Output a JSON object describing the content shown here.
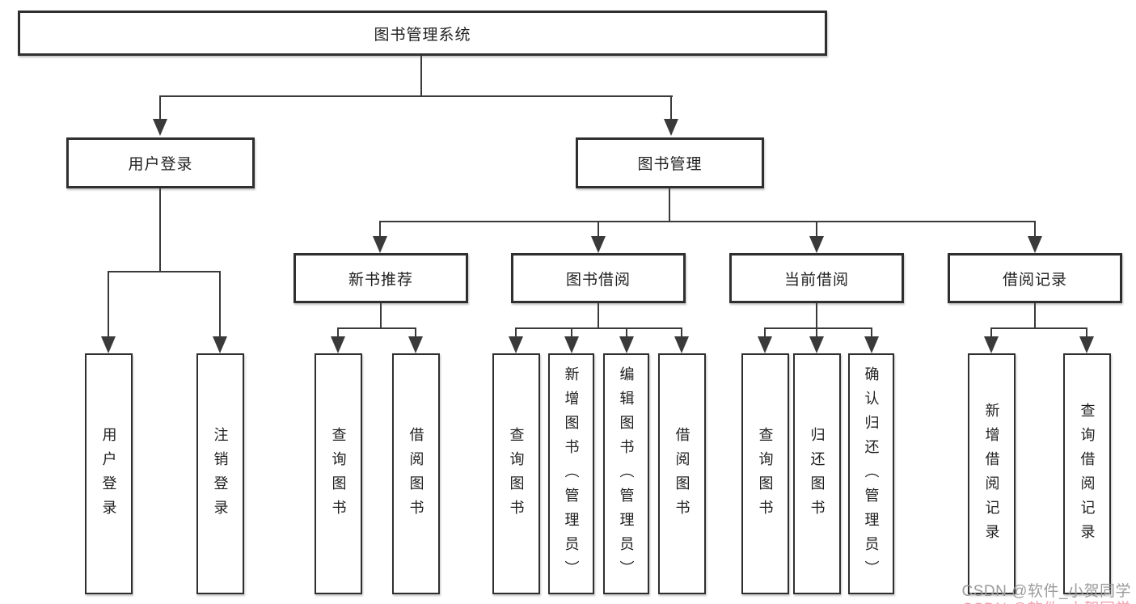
{
  "diagram": {
    "root": {
      "label": "图书管理系统"
    },
    "level1": [
      {
        "label": "用户登录",
        "children": [
          {
            "label": "用户登录"
          },
          {
            "label": "注销登录"
          }
        ]
      },
      {
        "label": "图书管理",
        "groups": [
          {
            "label": "新书推荐",
            "children": [
              {
                "label": "查询图书"
              },
              {
                "label": "借阅图书"
              }
            ]
          },
          {
            "label": "图书借阅",
            "children": [
              {
                "label": "查询图书"
              },
              {
                "label": "新增图书（管理员）"
              },
              {
                "label": "编辑图书（管理员）"
              },
              {
                "label": "借阅图书"
              }
            ]
          },
          {
            "label": "当前借阅",
            "children": [
              {
                "label": "查询图书"
              },
              {
                "label": "归还图书"
              },
              {
                "label": "确认归还（管理员）"
              }
            ]
          },
          {
            "label": "借阅记录",
            "children": [
              {
                "label": "新增借阅记录"
              },
              {
                "label": "查询借阅记录"
              }
            ]
          }
        ]
      }
    ]
  },
  "watermark": {
    "text": "CSDN @软件_小贺同学"
  },
  "colors": {
    "line": "#3a3a3a",
    "box_border": "#2f2f2f",
    "text": "#1f1f1f",
    "background": "#ffffff",
    "watermark_gray": "#9b9b9b",
    "watermark_pink": "#f0a2b2"
  }
}
